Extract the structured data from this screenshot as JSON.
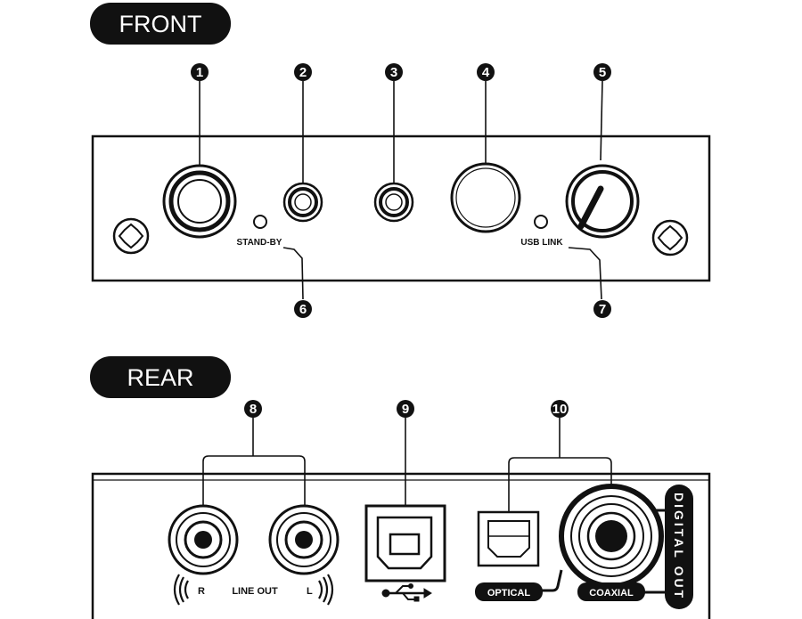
{
  "front": {
    "title": "FRONT",
    "callouts": [
      "1",
      "2",
      "3",
      "4",
      "5",
      "6",
      "7"
    ],
    "standby_label": "STAND-BY",
    "usb_link_label": "USB LINK"
  },
  "rear": {
    "title": "REAR",
    "callouts": [
      "8",
      "9",
      "10"
    ],
    "r_label": "R",
    "line_out_label": "LINE OUT",
    "l_label": "L",
    "optical_label": "OPTICAL",
    "coaxial_label": "COAXIAL",
    "digital_out_label": "DIGITAL OUT"
  },
  "colors": {
    "ink": "#111111",
    "paper": "#ffffff"
  },
  "icons": [
    "screw-icon",
    "usb-symbol-icon",
    "sound-wave-icon"
  ]
}
